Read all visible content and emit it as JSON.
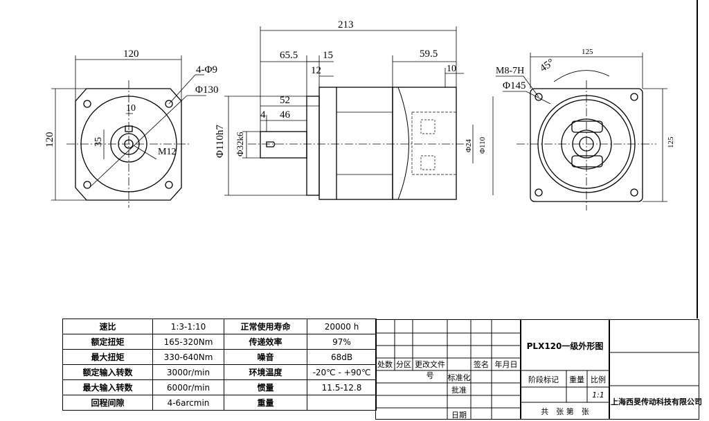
{
  "front_view": {
    "width": "120",
    "height": "120",
    "holes": "4-Φ9",
    "pcd": "Φ130",
    "key_width": "10",
    "key_height": "35",
    "thread": "M12"
  },
  "side_view": {
    "overall": "213",
    "d65": "65.5",
    "d15": "15",
    "d12": "12",
    "d59": "59.5",
    "d10": "10",
    "d52": "52",
    "d4": "4",
    "d46": "46",
    "pilot": "Φ110h7",
    "shaft": "Φ32k6",
    "inner": "Φ24",
    "outer": "Φ110",
    "pcd2": "Φ145",
    "thread2": "M8-7H"
  },
  "rear_view": {
    "width": "125",
    "height": "125",
    "angle": "45°"
  },
  "specs": [
    [
      "速比",
      "1:3-1:10",
      "正常使用寿命",
      "20000 h"
    ],
    [
      "额定扭矩",
      "165-320Nm",
      "传递效率",
      "97%"
    ],
    [
      "最大扭矩",
      "330-640Nm",
      "噪音",
      "68dB"
    ],
    [
      "额定输入转数",
      "3000r/min",
      "环境温度",
      "-20℃ - +90℃"
    ],
    [
      "最大输入转数",
      "6000r/min",
      "惯量",
      "11.5-12.8"
    ],
    [
      "回程间隙",
      "4-6arcmin",
      "重量",
      ""
    ]
  ],
  "titleblock": {
    "headers": [
      "处数",
      "分区",
      "更改文件号",
      "签名",
      "年月日"
    ],
    "standard": "标准化",
    "approve": "批准",
    "date": "日期",
    "drawing_title": "PLX120一级外形图",
    "stage": "阶段标记",
    "weight": "重量",
    "scale": "比例",
    "scale_value": "1:1",
    "sheets": "共　张 第　张",
    "company": "上海西旻传动科技有限公司"
  }
}
